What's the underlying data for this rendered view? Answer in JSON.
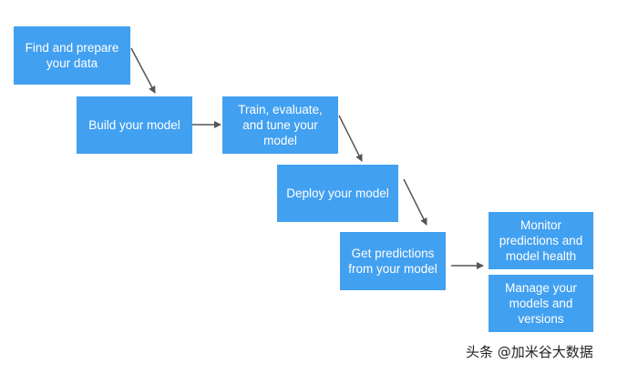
{
  "colors": {
    "box_fill": "#42a0f0",
    "text": "#ffffff",
    "arrow": "#555555"
  },
  "steps": [
    "Find and prepare\nyour data",
    "Build your model",
    "Train, evaluate,\nand tune your\nmodel",
    "Deploy your model",
    "Get predictions\nfrom your model",
    "Monitor\npredictions and\nmodel health",
    "Manage your\nmodels and\nversions"
  ],
  "watermark": "头条 @加米谷大数据"
}
